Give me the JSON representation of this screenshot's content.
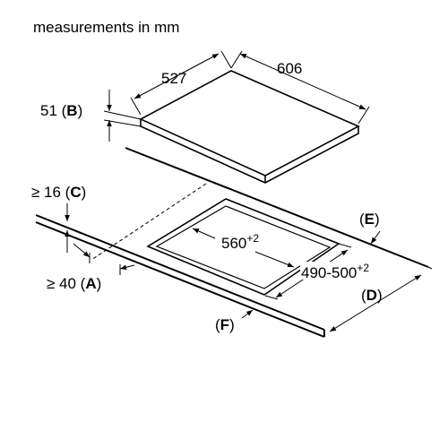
{
  "title": "measurements in mm",
  "dimensions": {
    "depth": "527",
    "width": "606",
    "thickness_label": "51 (",
    "thickness_letter": "B",
    "thickness_close": ")",
    "cutout_width": "560",
    "cutout_width_tol": "+2",
    "cutout_depth": "490-500",
    "cutout_depth_tol": "+2",
    "min_front_label": "≥ 40 (",
    "min_front_letter": "A",
    "min_front_close": ")",
    "min_worktop_label": "≥ 16 (",
    "min_worktop_letter": "C",
    "min_worktop_close": ")"
  },
  "markers": {
    "d_open": "(",
    "d_letter": "D",
    "d_close": ")",
    "e_open": "(",
    "e_letter": "E",
    "e_close": ")",
    "f_open": "(",
    "f_letter": "F",
    "f_close": ")"
  }
}
